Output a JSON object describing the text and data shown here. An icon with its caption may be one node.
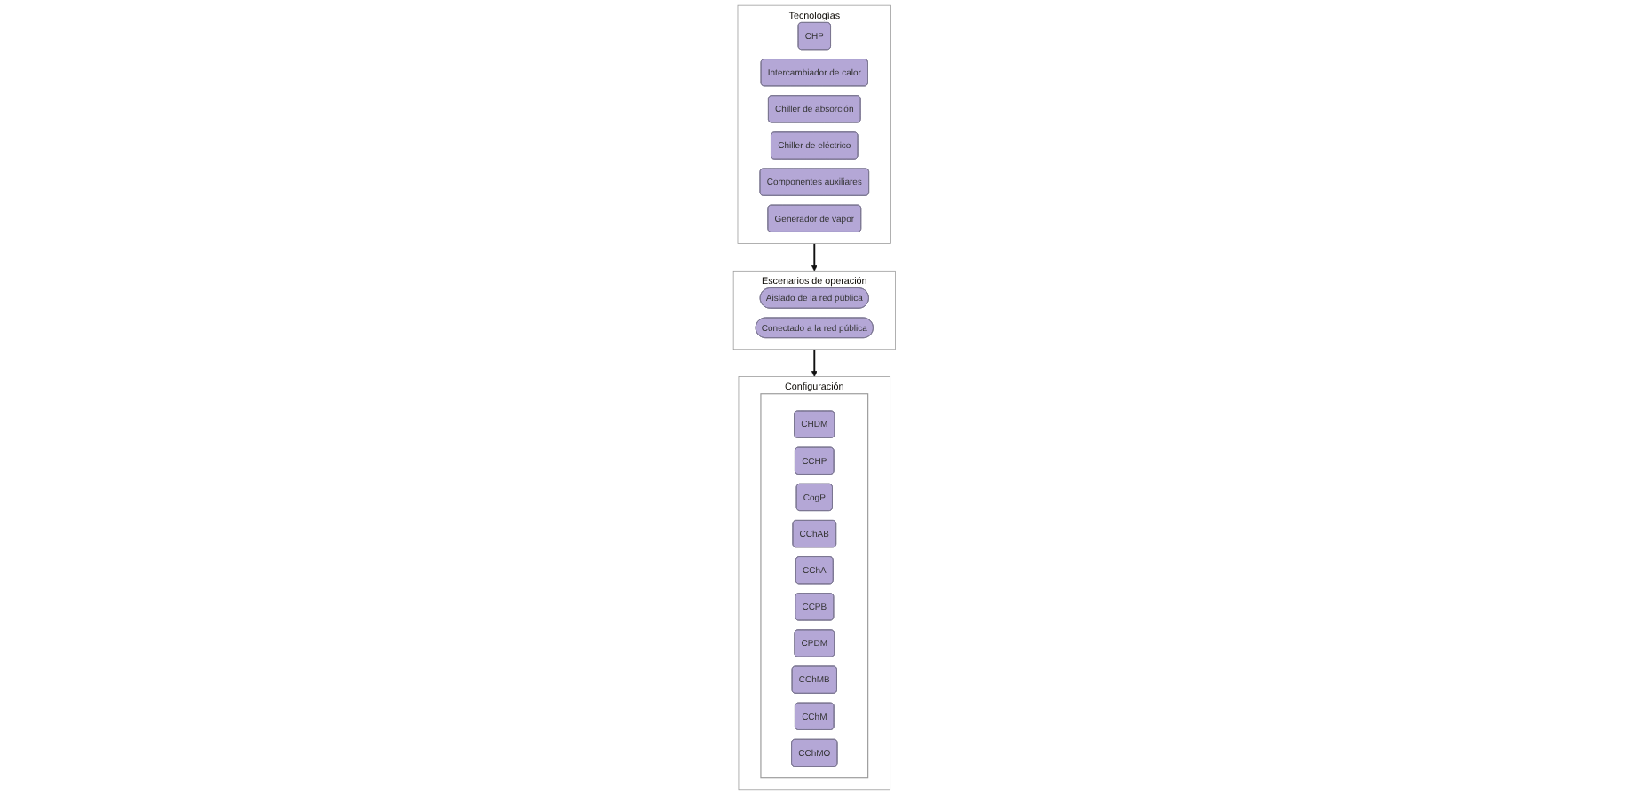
{
  "diagram": {
    "nodes": [
      {
        "text": [
          "Tecnologías"
        ]
      },
      {
        "text": [
          "CHP"
        ],
        "in": 0
      },
      {
        "text": [
          "Intercambiador de calor"
        ],
        "in": 0
      },
      {
        "text": [
          "Chiller de absorción"
        ],
        "in": 0
      },
      {
        "text": [
          "Chiller de eléctrico"
        ],
        "in": 0
      },
      {
        "text": [
          "Componentes auxiliares"
        ],
        "in": 0
      },
      {
        "text": [
          "Generador de vapor"
        ],
        "in": 0
      },
      {
        "text": [
          "Escenarios de operación"
        ]
      },
      {
        "text": [
          "Aislado de la red pública"
        ],
        "in": 7
      },
      {
        "text": [
          "Conectado a la red pública"
        ],
        "in": 7
      },
      {
        "text": [
          "Configuración"
        ]
      },
      {
        "text": [],
        "shape": "box",
        "in": 10
      },
      {
        "text": [
          "CHDM"
        ],
        "in": 11
      },
      {
        "text": [
          "CCHP"
        ],
        "in": 11
      },
      {
        "text": [
          "CogP"
        ],
        "in": 11
      },
      {
        "text": [
          "CChAB"
        ],
        "in": 11
      },
      {
        "text": [
          "CChA"
        ],
        "in": 11
      },
      {
        "text": [
          "CCPB"
        ],
        "in": 11
      },
      {
        "text": [
          "CPDM"
        ],
        "in": 11
      },
      {
        "text": [
          "CChMB"
        ],
        "in": 11
      },
      {
        "text": [
          "CChM"
        ],
        "in": 11
      },
      {
        "text": [
          "CChMO"
        ],
        "in": 11
      }
    ],
    "edges": [
      {
        "from": 0,
        "to": 7,
        "arrow": "to"
      },
      {
        "from": 7,
        "to": 10,
        "arrow": "to"
      }
    ]
  }
}
